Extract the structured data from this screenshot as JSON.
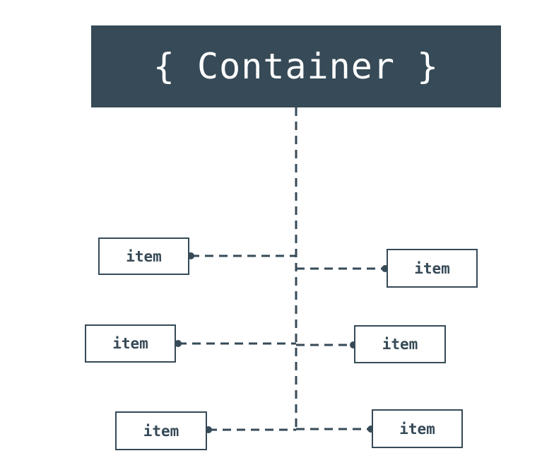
{
  "container": {
    "title": "{ Container }"
  },
  "items": [
    {
      "label": "item"
    },
    {
      "label": "item"
    },
    {
      "label": "item"
    },
    {
      "label": "item"
    },
    {
      "label": "item"
    },
    {
      "label": "item"
    }
  ],
  "colors": {
    "dark": "#364a57",
    "background": "#ffffff"
  }
}
